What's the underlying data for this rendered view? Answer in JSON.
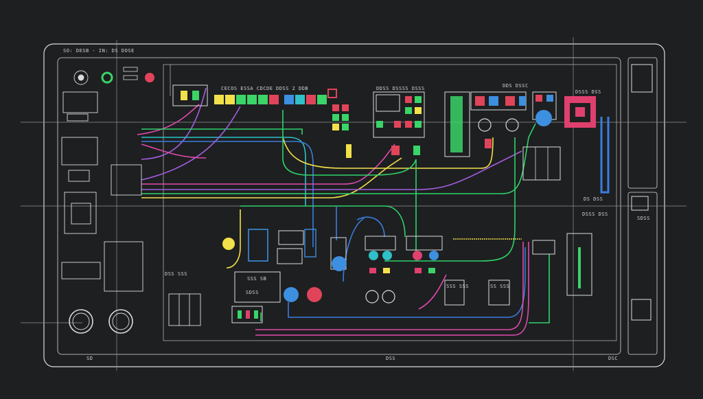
{
  "labels": {
    "header": "SO: DESB - IN: DS DOSE",
    "top_strip_a": "CECOS ESSA CDCDE",
    "top_strip_b": "DDSS 2 DDB",
    "top_strip_c": "DDSS DSSSS DSSS",
    "top_right": "DDS DSSC",
    "right_tag": "DSSS DSS",
    "relay_box": "SSS SB",
    "box_left_bottom": "DSS SSS",
    "box_left_bottom2": "SDSS",
    "bottom_left": "SD",
    "bottom_center": "DSS",
    "bottom_right": "DSC",
    "mid_right_tag": "DS DSS",
    "mid_right_tag2": "DSSS DSS",
    "side_tag": "SDSS",
    "box_center_small": "SSS SSS",
    "box_center_small2": "SS SSS"
  },
  "colors": {
    "background": "#1e1f20",
    "line": "#d9dcde",
    "wire_green": "#2ed46a",
    "wire_yellow": "#f2e14a",
    "wire_purple": "#a15ee0",
    "wire_pink": "#e04ab0",
    "wire_blue": "#3a7de0",
    "wire_cyan": "#2fc0c8",
    "led_red": "#e0445a",
    "led_green": "#3ad468",
    "led_blue": "#3d8fe0",
    "led_yellow": "#f2e14a",
    "accent_magenta": "#e0406e"
  }
}
